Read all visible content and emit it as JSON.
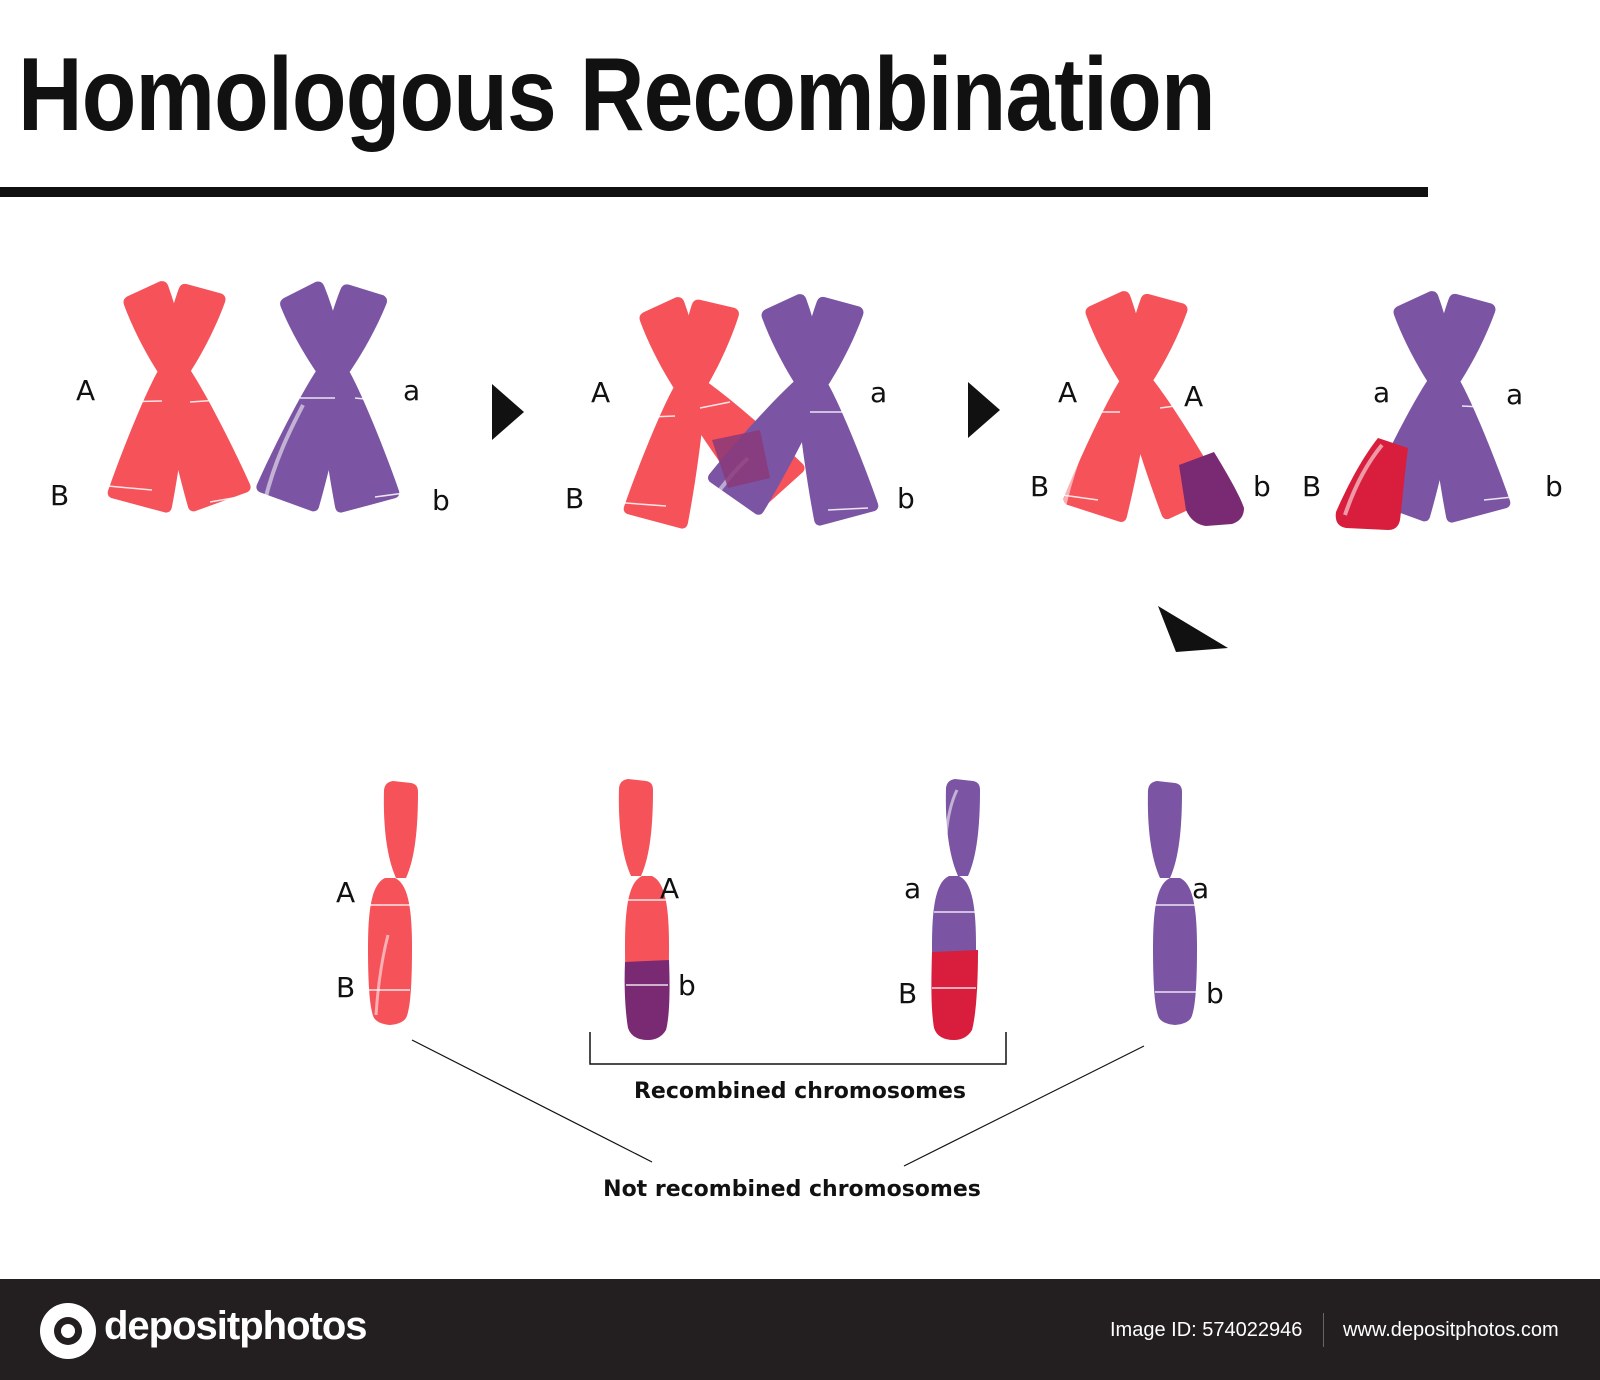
{
  "title": "Homologous Recombination",
  "colors": {
    "red": "#f5525a",
    "purple": "#7b55a3",
    "dark_red": "#d81e3c",
    "dark_purple": "#7a2a73",
    "overlap": "#8a3a7a",
    "text": "#111111"
  },
  "stage1": {
    "red_labels": {
      "upper": "A",
      "lower": "B"
    },
    "purple_labels": {
      "upper": "a",
      "lower": "b"
    }
  },
  "stage2": {
    "red_labels": {
      "upper": "A",
      "lower": "B"
    },
    "purple_labels": {
      "upper": "a",
      "lower": "b"
    }
  },
  "stage3": {
    "red_labels": {
      "upper_left": "A",
      "lower_left": "B",
      "upper_right": "A",
      "lower_right": "b"
    },
    "purple_labels": {
      "upper_left": "a",
      "lower_left": "B",
      "upper_right": "a",
      "lower_right": "b"
    }
  },
  "final": [
    {
      "upper": "A",
      "lower": "B"
    },
    {
      "upper": "A",
      "lower": "b"
    },
    {
      "upper": "a",
      "lower": "B"
    },
    {
      "upper": "a",
      "lower": "b"
    }
  ],
  "captions": {
    "recombined": "Recombined chromosomes",
    "not_recombined": "Not recombined chromosomes"
  },
  "footer": {
    "brand": "depositphotos",
    "image_id": "Image ID: 574022946",
    "url": "www.depositphotos.com"
  }
}
